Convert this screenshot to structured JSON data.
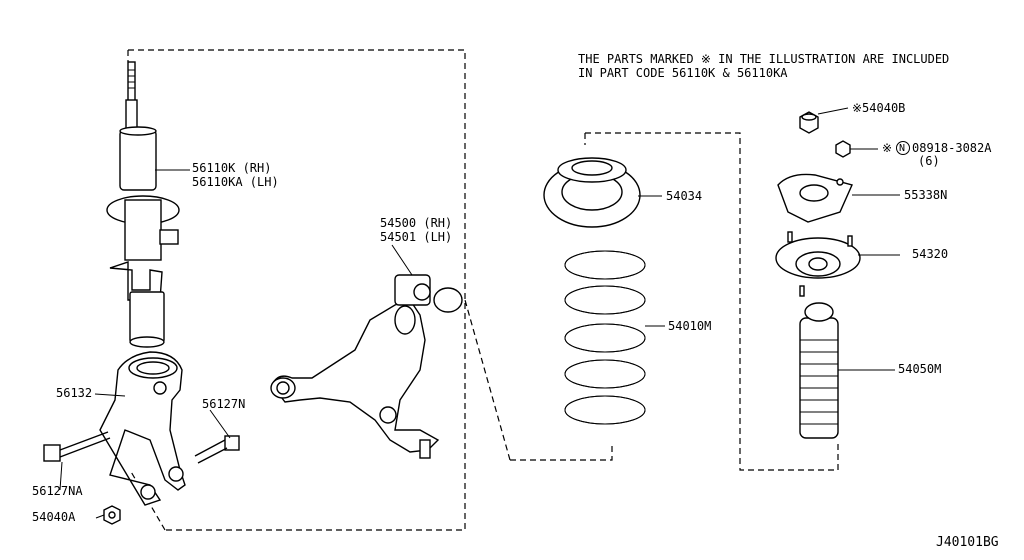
{
  "note": {
    "line1": "THE PARTS MARKED  ※  IN THE ILLUSTRATION ARE INCLUDED",
    "line2": "IN PART CODE 56110K & 56110KA"
  },
  "labels": {
    "strut_rh": "56110K (RH)",
    "strut_lh": "56110KA (LH)",
    "arm_rh": "54500 (RH)",
    "arm_lh": "54501 (LH)",
    "fork": "56132",
    "bolt_upper": "56127N",
    "bolt_lower": "56127NA",
    "nut_lower": "54040A",
    "spring_seat": "54034",
    "coil_spring": "54010M",
    "nut_top": "※54040B",
    "nut_washer_prefix": "※",
    "nut_washer_circle": "N",
    "nut_washer": "08918-3082A",
    "nut_washer_qty": "(6)",
    "insulator": "55338N",
    "mount": "54320",
    "bound_bumper": "54050M"
  },
  "figure_code": "J40101BG"
}
